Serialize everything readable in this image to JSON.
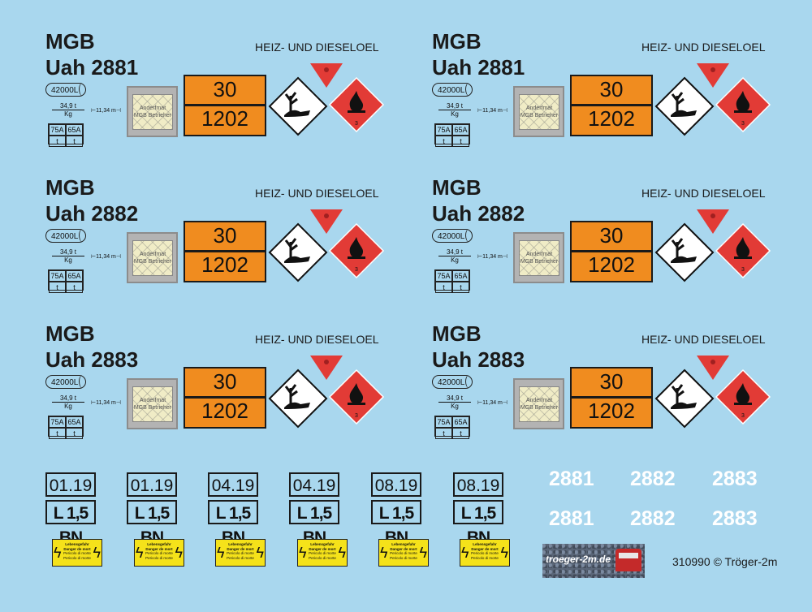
{
  "sets": [
    {
      "company": "MGB",
      "wagon": "Uah 2881",
      "product": "HEIZ- UND DIESELOEL",
      "capacity": "42000L",
      "weight_top": "34,9 t",
      "weight_bottom": "Kg",
      "length": "11,34 m",
      "brake": [
        "75A",
        "65A",
        "t",
        "t"
      ],
      "label_lines": [
        "Anderfmat",
        "MGB Betrieher"
      ],
      "hazard_code": "30",
      "un_number": "1202",
      "flame_class": "3"
    },
    {
      "company": "MGB",
      "wagon": "Uah 2881",
      "product": "HEIZ- UND DIESELOEL",
      "capacity": "42000L",
      "weight_top": "34,9 t",
      "weight_bottom": "Kg",
      "length": "11,34 m",
      "brake": [
        "75A",
        "65A",
        "t",
        "t"
      ],
      "label_lines": [
        "Anderfmat",
        "MGB Betrieher"
      ],
      "hazard_code": "30",
      "un_number": "1202",
      "flame_class": "3"
    },
    {
      "company": "MGB",
      "wagon": "Uah 2882",
      "product": "HEIZ- UND DIESELOEL",
      "capacity": "42000L",
      "weight_top": "34,9 t",
      "weight_bottom": "Kg",
      "length": "11,34 m",
      "brake": [
        "75A",
        "65A",
        "t",
        "t"
      ],
      "label_lines": [
        "Anderfmat",
        "MGB Betrieher"
      ],
      "hazard_code": "30",
      "un_number": "1202",
      "flame_class": "3"
    },
    {
      "company": "MGB",
      "wagon": "Uah 2882",
      "product": "HEIZ- UND DIESELOEL",
      "capacity": "42000L",
      "weight_top": "34,9 t",
      "weight_bottom": "Kg",
      "length": "11,34 m",
      "brake": [
        "75A",
        "65A",
        "t",
        "t"
      ],
      "label_lines": [
        "Anderfmat",
        "MGB Betrieher"
      ],
      "hazard_code": "30",
      "un_number": "1202",
      "flame_class": "3"
    },
    {
      "company": "MGB",
      "wagon": "Uah 2883",
      "product": "HEIZ- UND DIESELOEL",
      "capacity": "42000L",
      "weight_top": "34,9 t",
      "weight_bottom": "Kg",
      "length": "11,34 m",
      "brake": [
        "75A",
        "65A",
        "t",
        "t"
      ],
      "label_lines": [
        "Anderfmat",
        "MGB Betrieher"
      ],
      "hazard_code": "30",
      "un_number": "1202",
      "flame_class": "3"
    },
    {
      "company": "MGB",
      "wagon": "Uah 2883",
      "product": "HEIZ- UND DIESELOEL",
      "capacity": "42000L",
      "weight_top": "34,9 t",
      "weight_bottom": "Kg",
      "length": "11,34 m",
      "brake": [
        "75A",
        "65A",
        "t",
        "t"
      ],
      "label_lines": [
        "Anderfmat",
        "MGB Betrieher"
      ],
      "hazard_code": "30",
      "un_number": "1202",
      "flame_class": "3"
    }
  ],
  "revisions": [
    {
      "date": "01.19",
      "code": "L 1,5 BN"
    },
    {
      "date": "01.19",
      "code": "L 1,5 BN"
    },
    {
      "date": "04.19",
      "code": "L 1,5 BN"
    },
    {
      "date": "04.19",
      "code": "L 1,5 BN"
    },
    {
      "date": "08.19",
      "code": "L 1,5 BN"
    },
    {
      "date": "08.19",
      "code": "L 1,5 BN"
    }
  ],
  "warning_labels": [
    {
      "l1": "Lebensgefahr",
      "l2": "Danger de mort",
      "l3": "Pericolo di morte",
      "l4": "Pericolo di morte"
    },
    {
      "l1": "Lebensgefahr",
      "l2": "Danger de mort",
      "l3": "Pericolo di morte",
      "l4": "Pericolo di morte"
    },
    {
      "l1": "Lebensgefahr",
      "l2": "Danger de mort",
      "l3": "Pericolo di morte",
      "l4": "Pericolo di morte"
    },
    {
      "l1": "Lebensgefahr",
      "l2": "Danger de mort",
      "l3": "Pericolo di morte",
      "l4": "Pericolo di morte"
    },
    {
      "l1": "Lebensgefahr",
      "l2": "Danger de mort",
      "l3": "Pericolo di morte",
      "l4": "Pericolo di morte"
    },
    {
      "l1": "Lebensgefahr",
      "l2": "Danger de mort",
      "l3": "Pericolo di morte",
      "l4": "Pericolo di morte"
    }
  ],
  "white_numbers": [
    "2881",
    "2882",
    "2883",
    "2881",
    "2882",
    "2883"
  ],
  "logo_text": "troeger-2m.de",
  "copyright": "310990  © Tröger-2m",
  "colors": {
    "background": "#a9d7ee",
    "orange_plate": "#f08c1f",
    "flame_diamond": "#e23b36",
    "warning_yellow": "#f5e21a"
  }
}
